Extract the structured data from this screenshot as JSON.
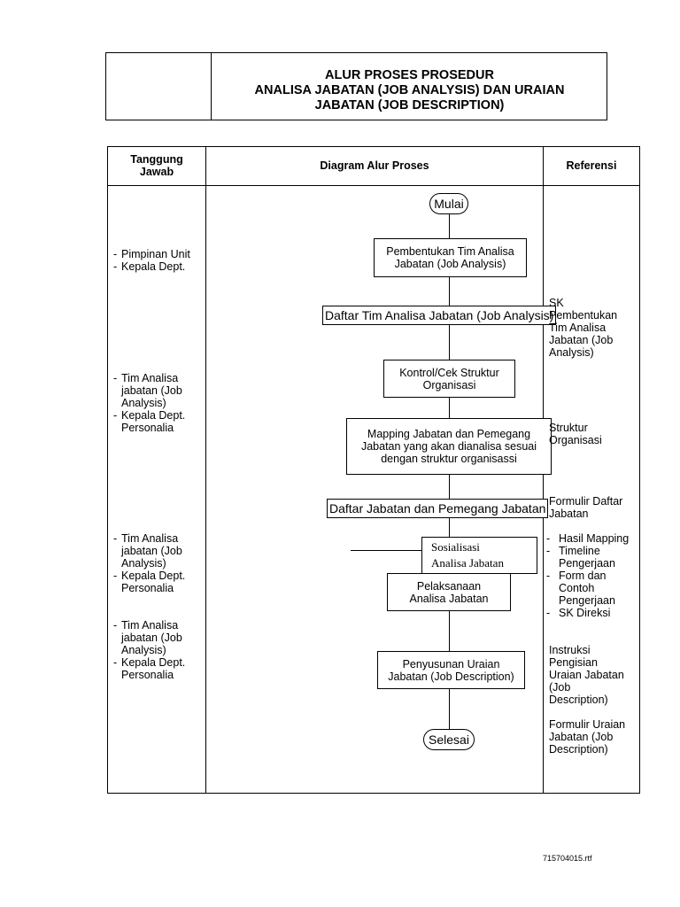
{
  "title": {
    "line1": "ALUR PROSES PROSEDUR",
    "line2": "ANALISA JABATAN (JOB ANALYSIS) DAN  URAIAN",
    "line3": "JABATAN (JOB DESCRIPTION)"
  },
  "table_headers": {
    "responsible_line1": "Tanggung",
    "responsible_line2": "Jawab",
    "diagram": "Diagram Alur Proses",
    "reference": "Referensi"
  },
  "responsible": {
    "group1": [
      "Pimpinan Unit",
      "Kepala Dept."
    ],
    "group2": [
      [
        "Tim Analisa",
        "jabatan (Job",
        "Analysis)"
      ],
      [
        "Kepala Dept.",
        "Personalia"
      ]
    ],
    "group3": [
      [
        "Tim Analisa",
        "jabatan (Job",
        "Analysis)"
      ],
      [
        "Kepala Dept.",
        "Personalia"
      ]
    ],
    "group4": [
      [
        "Tim Analisa",
        "jabatan (Job",
        "Analysis)"
      ],
      [
        "Kepala Dept.",
        "Personalia"
      ]
    ]
  },
  "flow": {
    "start": "Mulai",
    "step1_line1": "Pembentukan Tim Analisa",
    "step1_line2": "Jabatan (Job Analysis)",
    "doc1": "Daftar Tim Analisa Jabatan (Job Analysis)",
    "step2_line1": "Kontrol/Cek Struktur",
    "step2_line2": "Organisasi",
    "step3_line1": "Mapping Jabatan dan Pemegang",
    "step3_line2": "Jabatan yang akan dianalisa sesuai",
    "step3_line3": "dengan struktur organisassi",
    "doc2": "Daftar Jabatan dan Pemegang Jabatan",
    "step4_line1": "Sosialisasi",
    "step4_line2": "Analisa Jabatan",
    "step5_line1": "Pelaksanaan",
    "step5_line2": "Analisa Jabatan",
    "step6_line1": "Penyusunan Uraian",
    "step6_line2": "Jabatan (Job Description)",
    "end": "Selesai"
  },
  "references": {
    "ref1": [
      "SK",
      "Pembentukan",
      "Tim Analisa",
      "Jabatan (Job",
      "Analysis)"
    ],
    "ref2": [
      "Struktur",
      "Organisasi"
    ],
    "ref3": [
      "Formulir Daftar",
      "Jabatan"
    ],
    "ref4": [
      [
        "Hasil Mapping"
      ],
      [
        "Timeline",
        "Pengerjaan"
      ],
      [
        "Form dan",
        "Contoh",
        "Pengerjaan"
      ],
      [
        "SK Direksi"
      ]
    ],
    "ref5": [
      "Instruksi",
      "Pengisian",
      "Uraian Jabatan",
      "(Job",
      "Description)"
    ],
    "ref6": [
      "Formulir Uraian",
      "Jabatan (Job",
      "Description)"
    ]
  },
  "footer": {
    "file": "715704015.rtf"
  }
}
